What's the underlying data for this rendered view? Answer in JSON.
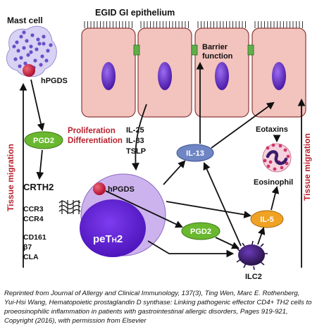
{
  "diagram": {
    "epithelium_title": "EGID GI epithelium",
    "mast_cell_label": "Mast cell",
    "mast_hpgds_label": "hPGDS",
    "pgd2_left": "PGD2",
    "proliferation": "Proliferation",
    "differentiation": "Differentiation",
    "cytokines": [
      "IL-25",
      "IL-33",
      "TSLP"
    ],
    "barrier_line1": "Barrier",
    "barrier_line2": "function",
    "il13": "IL-13",
    "eotaxins": "Eotaxins",
    "eosinophil": "Eosinophil",
    "tissue_migration_left": "Tissue migration",
    "tissue_migration_right": "Tissue migration",
    "crth2": "CRTH2",
    "markers": [
      "CCR3",
      "CCR4",
      "CD161",
      "β7",
      "CLA"
    ],
    "th2_hpgds_label": "hPGDS",
    "peth2_main": "peT",
    "peth2_sub": "H",
    "peth2_end": "2",
    "pgd2_right": "PGD2",
    "il5": "IL-5",
    "ilc2": "ILC2",
    "colors": {
      "epithelium_fill": "#f3c3bd",
      "epithelium_stroke": "#8a3a3a",
      "nucleus": "#6a2fc7",
      "junction": "#5fb04a",
      "pgd2_green": "#6ab82f",
      "il13_blue": "#6f86c4",
      "il5_orange": "#f0a224",
      "th2_outer": "#cdb3ee",
      "th2_inner": "#6a22d8",
      "ilc2": "#3a1670",
      "accent_red": "#b8232f"
    }
  },
  "caption": "Reprinted from Journal of Allergy and Clinical Immunology, 137(3), Ting Wen, Marc E. Rothenberg, Yui-Hsi Wang, Hematopoietic prostaglandin D synthase: Linking pathogenic effector CD4+ TH2 cells to proeosinophilic inflammation in patients with gastrointestinal allergic disorders, Pages 919-921, Copyright (2016), with permission from Elsevier"
}
